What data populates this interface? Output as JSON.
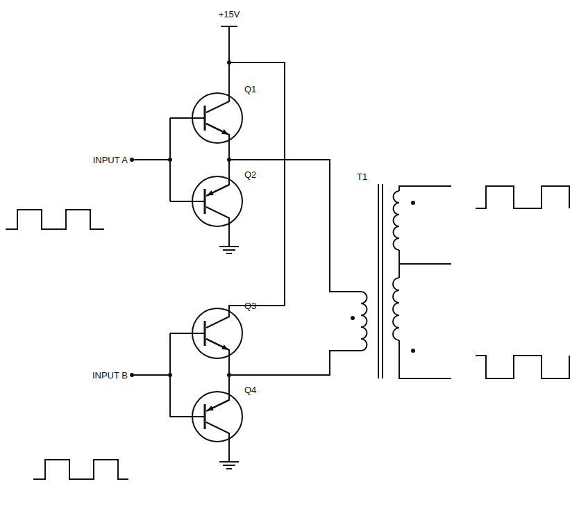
{
  "diagram": {
    "labels": [
      "+15V",
      "Q1",
      "INPUT A",
      "Q2",
      "T1",
      "Q3",
      "INPUT B",
      "Q4"
    ]
  }
}
